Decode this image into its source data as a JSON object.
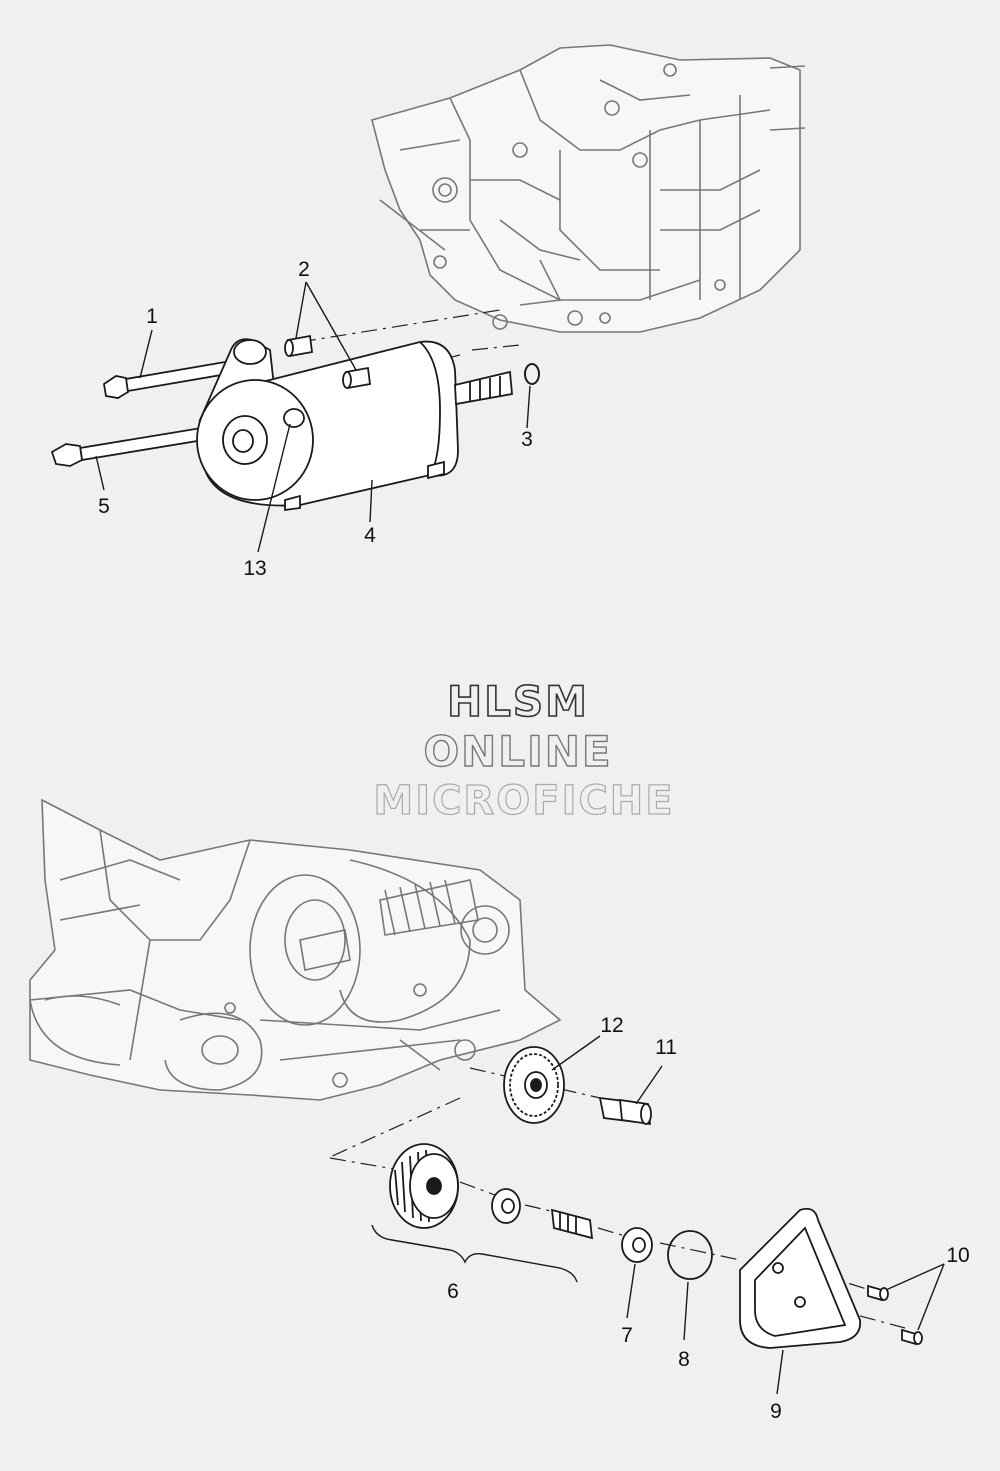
{
  "colors": {
    "background": "#f0f0f0",
    "line": "#1a1a1a",
    "fill": "#ffffff",
    "light_line": "#888888",
    "watermark": "#555555"
  },
  "watermark": {
    "line1": "HLSM",
    "line2": "ONLINE",
    "line3": "MICROFICHE"
  },
  "callouts": {
    "c1": "1",
    "c2": "2",
    "c3": "3",
    "c4": "4",
    "c5": "5",
    "c6": "6",
    "c7": "7",
    "c8": "8",
    "c9": "9",
    "c10": "10",
    "c11": "11",
    "c12": "12",
    "c13": "13"
  }
}
